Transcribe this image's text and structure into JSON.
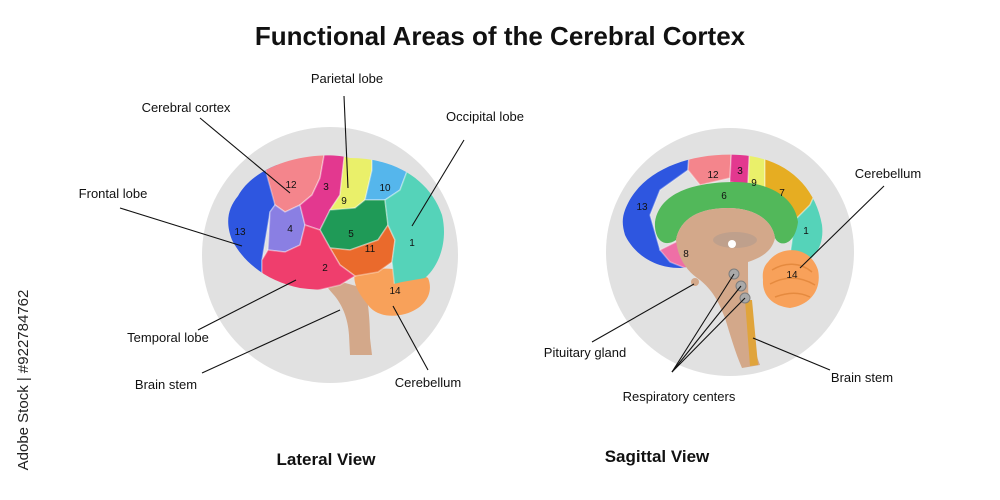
{
  "title": "Functional Areas of the Cerebral Cortex",
  "watermark": "Adobe Stock | #922784762",
  "colors": {
    "background_circle": "#e1e1e1",
    "frontal_blue": "#2e56e0",
    "area_4_lavender": "#8a7fe3",
    "area_12_salmon": "#f4858c",
    "area_3_magenta": "#e3388f",
    "area_9_yellow": "#eaf06a",
    "area_10_lightblue": "#55b6ec",
    "area_5_green": "#1f9a57",
    "area_11_orange": "#ea6a2c",
    "area_2_pinkred": "#ef3e6d",
    "occipital_teal": "#55d3b9",
    "area_7_gold": "#e6ad22",
    "area_6_green": "#52b85a",
    "cerebellum_orange": "#f8a15a",
    "brainstem_tan": "#d3a88a",
    "spinal_gold": "#e0a43b"
  },
  "lateral_view": {
    "caption": "Lateral View",
    "labels": {
      "parietal_lobe": "Parietal lobe",
      "cerebral_cortex": "Cerebral cortex",
      "occipital_lobe": "Occipital lobe",
      "frontal_lobe": "Frontal lobe",
      "temporal_lobe": "Temporal lobe",
      "brain_stem": "Brain stem",
      "cerebellum": "Cerebellum"
    },
    "area_numbers": {
      "a13": "13",
      "a4": "4",
      "a12": "12",
      "a3": "3",
      "a9": "9",
      "a10": "10",
      "a5": "5",
      "a11": "11",
      "a2": "2",
      "a1": "1",
      "a14": "14"
    }
  },
  "sagittal_view": {
    "caption": "Sagittal View",
    "labels": {
      "cerebellum": "Cerebellum",
      "pituitary_gland": "Pituitary gland",
      "respiratory_centers": "Respiratory centers",
      "brain_stem": "Brain stem"
    },
    "area_numbers": {
      "a13": "13",
      "a12": "12",
      "a3": "3",
      "a9": "9",
      "a7": "7",
      "a6": "6",
      "a1": "1",
      "a8": "8",
      "a14": "14"
    }
  }
}
